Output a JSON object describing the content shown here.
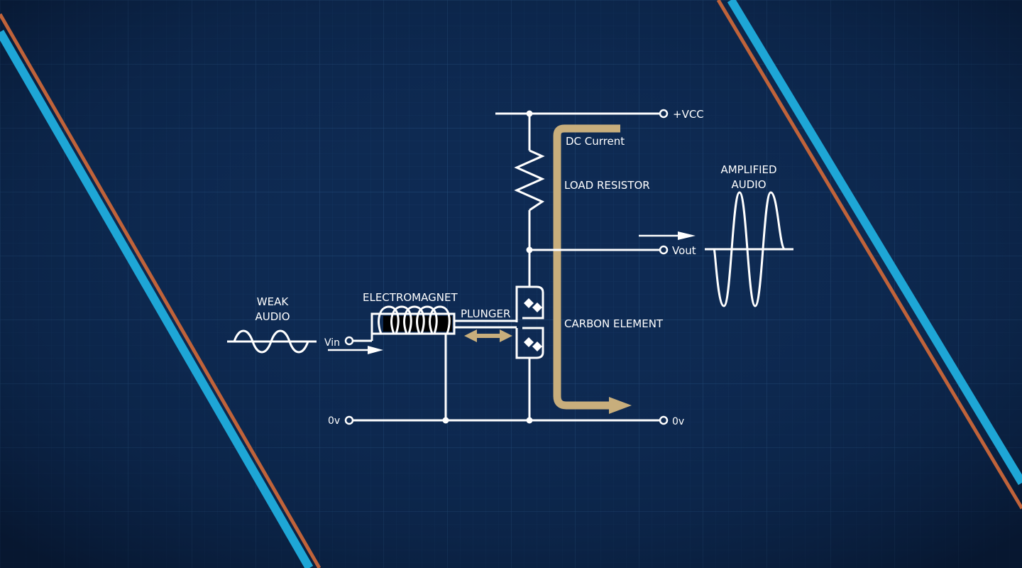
{
  "labels": {
    "vcc": "+VCC",
    "dc_current": "DC Current",
    "load_resistor": "LOAD RESISTOR",
    "amplified_line1": "AMPLIFIED",
    "amplified_line2": "AUDIO",
    "vout": "Vout",
    "weak_line1": "WEAK",
    "weak_line2": "AUDIO",
    "electromagnet": "ELECTROMAGNET",
    "plunger": "PLUNGER",
    "carbon_element": "CARBON ELEMENT",
    "vin": "Vin",
    "zero_left": "0v",
    "zero_right": "0v"
  },
  "colors": {
    "background": "#0c2448",
    "grid": "#2a5a8c",
    "wire": "#ffffff",
    "current_arrow": "#c8ae7c",
    "stripe_orange": "#c0633a",
    "stripe_blue": "#1ea6d6"
  }
}
